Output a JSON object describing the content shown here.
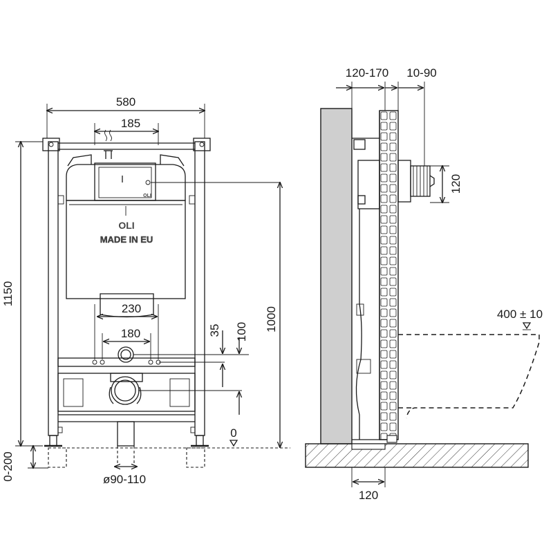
{
  "front_view": {
    "width_total": "580",
    "spacing_top": "185",
    "height_total": "1150",
    "height_bottom_range": "0-200",
    "height_to_button": "1000",
    "plate_width": "230",
    "pipe_spacing": "180",
    "offset_small": "35",
    "offset_large": "100",
    "zero_level": "0",
    "drain_diameter": "ø90-110",
    "brand_top": "OLI",
    "brand_main": "OLI",
    "brand_sub": "MADE IN EU"
  },
  "side_view": {
    "wall_gap": "120-170",
    "depth_range": "10-90",
    "pipe_height": "120",
    "bowl_height": "400 ± 10",
    "floor_depth": "120"
  }
}
